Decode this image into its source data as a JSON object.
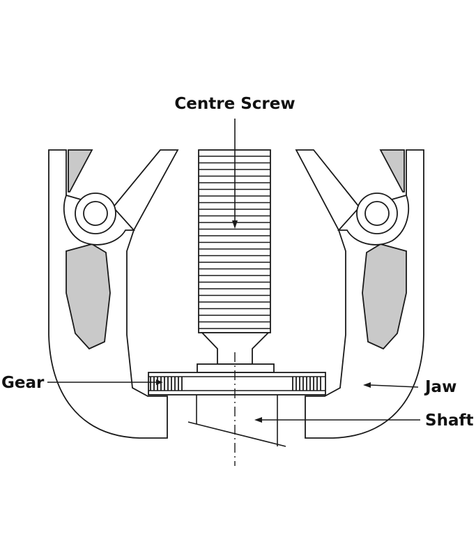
{
  "labels": {
    "centre_screw": "Centre Screw",
    "gear": "Gear",
    "jaw": "Jaw",
    "shaft": "Shaft"
  },
  "colors": {
    "line": "#1a1a1a",
    "jaw_slot": "#c9c9c9",
    "background": "#ffffff"
  }
}
